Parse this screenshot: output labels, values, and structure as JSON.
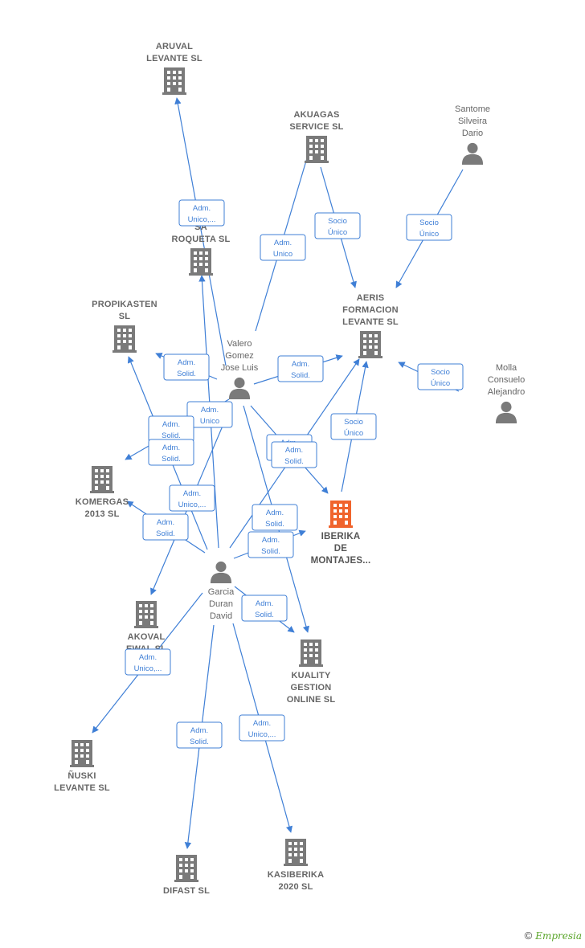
{
  "colors": {
    "edge": "#3f7fd6",
    "node": "#7a7a7a",
    "focus": "#f0642d"
  },
  "footer": {
    "copyright": "©",
    "brand": "Empresia"
  },
  "nodes": [
    {
      "id": "aruval",
      "kind": "company",
      "label": [
        "ARUVAL",
        "LEVANTE  SL"
      ]
    },
    {
      "id": "akuagas",
      "kind": "company",
      "label": [
        "AKUAGAS",
        "SERVICE SL"
      ]
    },
    {
      "id": "santome",
      "kind": "person",
      "label": [
        "Santome",
        "Silveira",
        "Dario"
      ]
    },
    {
      "id": "roqueta",
      "kind": "company",
      "label": [
        "SA",
        "ROQUETA  SL"
      ]
    },
    {
      "id": "propikasten",
      "kind": "company",
      "label": [
        "PROPIKASTEN",
        "SL"
      ]
    },
    {
      "id": "valero",
      "kind": "person",
      "label": [
        "Valero",
        "Gomez",
        "Jose Luis"
      ]
    },
    {
      "id": "aeris",
      "kind": "company",
      "label": [
        "AERIS",
        "FORMACION",
        "LEVANTE  SL"
      ]
    },
    {
      "id": "molla",
      "kind": "person",
      "label": [
        "Molla",
        "Consuelo",
        "Alejandro"
      ]
    },
    {
      "id": "komergas",
      "kind": "company",
      "label": [
        "KOMERGAS",
        "2013 SL"
      ]
    },
    {
      "id": "iberika",
      "kind": "focus",
      "label": [
        "IBERIKA",
        "DE",
        "MONTAJES..."
      ]
    },
    {
      "id": "garcia",
      "kind": "person",
      "label": [
        "Garcia",
        "Duran",
        "David"
      ]
    },
    {
      "id": "akoval",
      "kind": "company",
      "label": [
        "AKOVAL",
        "EWAL  SL"
      ]
    },
    {
      "id": "kuality",
      "kind": "company",
      "label": [
        "KUALITY",
        "GESTION",
        "ONLINE  SL"
      ]
    },
    {
      "id": "nuski",
      "kind": "company",
      "label": [
        "ÑUSKI",
        "LEVANTE  SL"
      ]
    },
    {
      "id": "difast",
      "kind": "company",
      "label": [
        "DIFAST SL"
      ]
    },
    {
      "id": "kasiberika",
      "kind": "company",
      "label": [
        "KASIBERIKA",
        "2020  SL"
      ]
    }
  ],
  "edges": [
    {
      "from": "valero",
      "to": "aruval",
      "label": [
        "Adm.",
        "Unico,..."
      ]
    },
    {
      "from": "valero",
      "to": "akuagas",
      "label": [
        "Adm.",
        "Unico"
      ]
    },
    {
      "from": "akuagas",
      "to": "aeris",
      "label": [
        "Socio",
        "Único"
      ]
    },
    {
      "from": "santome",
      "to": "aeris",
      "label": [
        "Socio",
        "Único"
      ]
    },
    {
      "from": "valero",
      "to": "propikasten",
      "label": [
        "Adm.",
        "Solid."
      ]
    },
    {
      "from": "valero",
      "to": "aeris",
      "label": [
        "Adm.",
        "Solid."
      ]
    },
    {
      "from": "molla",
      "to": "aeris",
      "label": [
        "Socio",
        "Único"
      ]
    },
    {
      "from": "iberika",
      "to": "aeris",
      "label": [
        "Socio",
        "Único"
      ]
    },
    {
      "from": "valero",
      "to": "akoval",
      "label": [
        "Adm.",
        "Unico"
      ]
    },
    {
      "from": "garcia",
      "to": "propikasten",
      "label": [
        "Adm.",
        "Solid."
      ]
    },
    {
      "from": "valero",
      "to": "komergas",
      "label": [
        "Adm.",
        "Solid."
      ]
    },
    {
      "from": "valero",
      "to": "iberika",
      "label": [
        "Adm.",
        "Solid."
      ]
    },
    {
      "from": "garcia",
      "to": "aeris",
      "label": [
        "Adm.",
        "Solid."
      ]
    },
    {
      "from": "garcia",
      "to": "roqueta",
      "label": [
        "Adm.",
        "Unico,..."
      ]
    },
    {
      "from": "garcia",
      "to": "komergas",
      "label": [
        "Adm.",
        "Solid."
      ]
    },
    {
      "from": "valero",
      "to": "kuality",
      "label": [
        "Adm.",
        "Solid."
      ]
    },
    {
      "from": "garcia",
      "to": "iberika",
      "label": [
        "Adm.",
        "Solid."
      ]
    },
    {
      "from": "garcia",
      "to": "kuality",
      "label": [
        "Adm.",
        "Solid."
      ]
    },
    {
      "from": "garcia",
      "to": "nuski",
      "label": [
        "Adm.",
        "Unico,..."
      ]
    },
    {
      "from": "garcia",
      "to": "difast",
      "label": [
        "Adm.",
        "Solid."
      ]
    },
    {
      "from": "garcia",
      "to": "kasiberika",
      "label": [
        "Adm.",
        "Unico,..."
      ]
    }
  ]
}
